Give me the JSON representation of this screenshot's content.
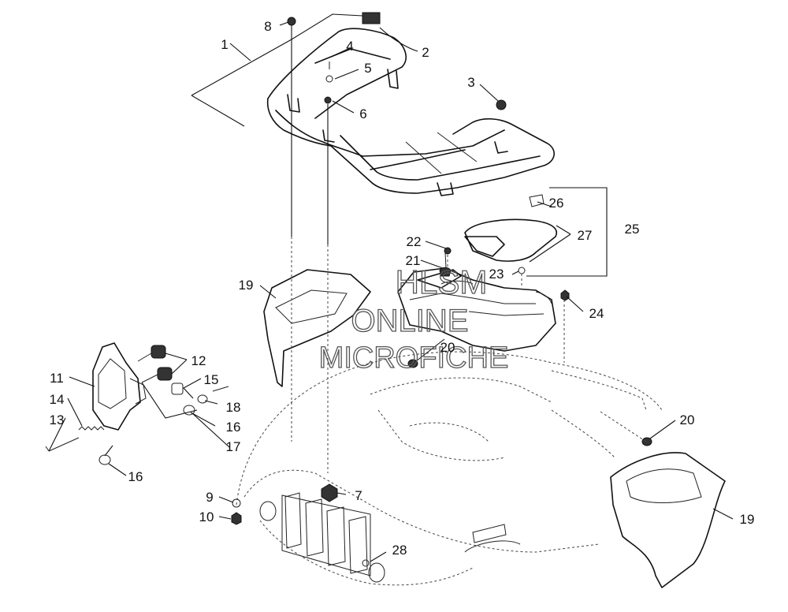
{
  "diagram": {
    "callouts": [
      "1",
      "2",
      "3",
      "4",
      "5",
      "6",
      "7",
      "8",
      "9",
      "10",
      "11",
      "12",
      "13",
      "14",
      "15",
      "16",
      "16",
      "17",
      "18",
      "19",
      "19",
      "20",
      "20",
      "21",
      "22",
      "23",
      "24",
      "25",
      "26",
      "27",
      "28"
    ],
    "watermark": {
      "line1": "HLSM",
      "line2": "ONLINE",
      "line3": "MICROFICHE"
    }
  }
}
